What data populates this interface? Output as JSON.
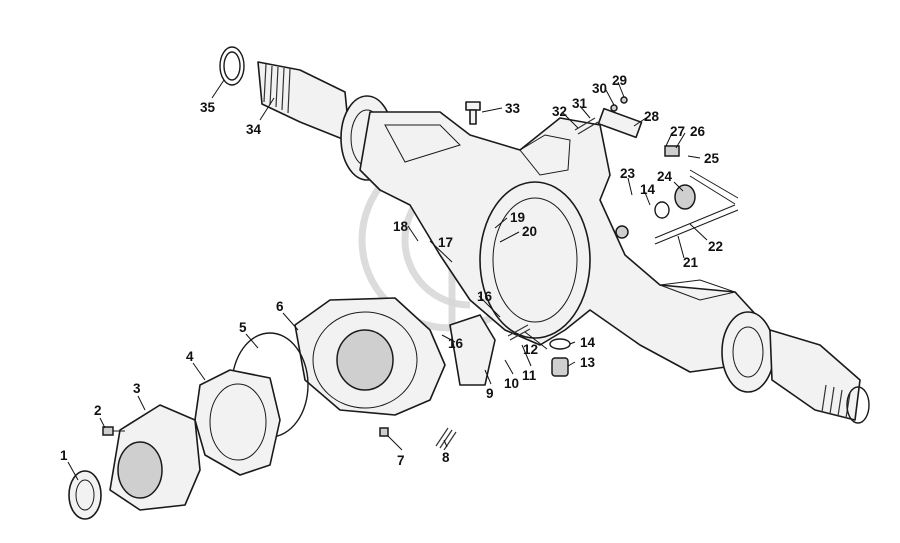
{
  "callouts": [
    {
      "id": "1",
      "label": "1"
    },
    {
      "id": "2",
      "label": "2"
    },
    {
      "id": "3",
      "label": "3"
    },
    {
      "id": "4",
      "label": "4"
    },
    {
      "id": "5",
      "label": "5"
    },
    {
      "id": "6",
      "label": "6"
    },
    {
      "id": "7",
      "label": "7"
    },
    {
      "id": "8",
      "label": "8"
    },
    {
      "id": "9",
      "label": "9"
    },
    {
      "id": "10",
      "label": "10"
    },
    {
      "id": "11",
      "label": "11"
    },
    {
      "id": "12",
      "label": "12"
    },
    {
      "id": "13",
      "label": "13"
    },
    {
      "id": "14a",
      "label": "14"
    },
    {
      "id": "14b",
      "label": "14"
    },
    {
      "id": "16a",
      "label": "16"
    },
    {
      "id": "16b",
      "label": "16"
    },
    {
      "id": "17",
      "label": "17"
    },
    {
      "id": "18",
      "label": "18"
    },
    {
      "id": "19",
      "label": "19"
    },
    {
      "id": "20",
      "label": "20"
    },
    {
      "id": "21",
      "label": "21"
    },
    {
      "id": "22",
      "label": "22"
    },
    {
      "id": "23",
      "label": "23"
    },
    {
      "id": "24",
      "label": "24"
    },
    {
      "id": "25",
      "label": "25"
    },
    {
      "id": "26",
      "label": "26"
    },
    {
      "id": "27",
      "label": "27"
    },
    {
      "id": "28",
      "label": "28"
    },
    {
      "id": "29",
      "label": "29"
    },
    {
      "id": "30",
      "label": "30"
    },
    {
      "id": "31",
      "label": "31"
    },
    {
      "id": "32",
      "label": "32"
    },
    {
      "id": "33",
      "label": "33"
    },
    {
      "id": "34",
      "label": "34"
    },
    {
      "id": "35",
      "label": "35"
    }
  ]
}
